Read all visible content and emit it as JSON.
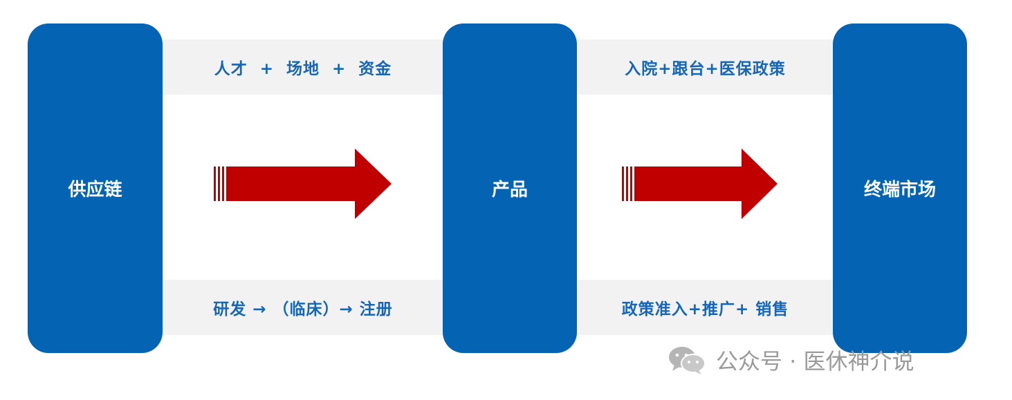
{
  "nodes": {
    "supply_chain": "供应链",
    "product": "产品",
    "terminal_market": "终端市场"
  },
  "bands": {
    "left_top": "人才  +  场地  +  资金",
    "left_bottom": "研发 → （临床）→ 注册",
    "right_top": "入院+跟台+医保政策",
    "right_bottom": "政策准入+推广+ 销售"
  },
  "watermark": {
    "text": "公众号 · 医休神介说"
  },
  "colors": {
    "node_blue": "#0563b3",
    "band_gray": "#f2f2f2",
    "band_text": "#1565b8",
    "arrow_red": "#c00000",
    "watermark_gray": "#9a9a9a"
  }
}
